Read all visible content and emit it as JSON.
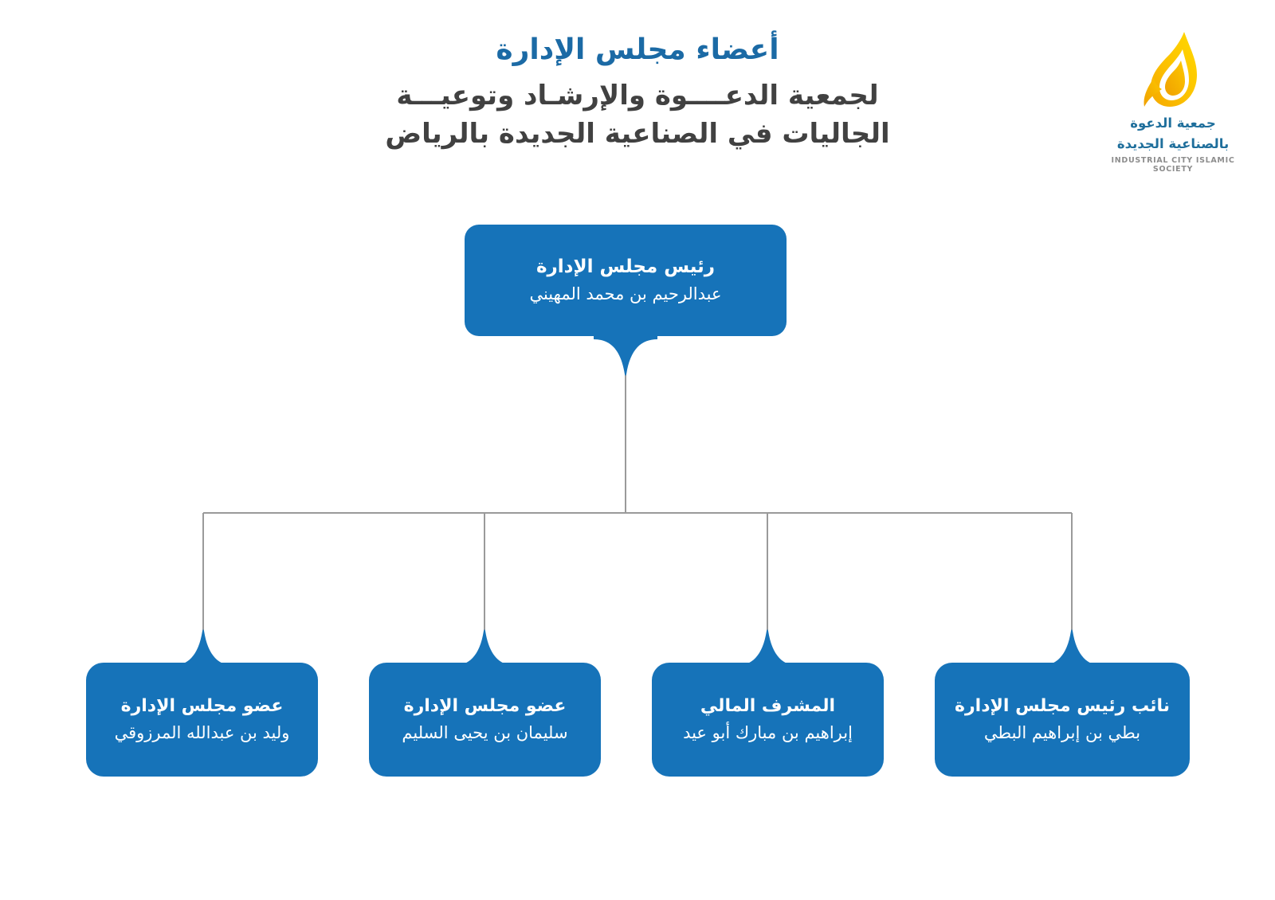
{
  "page": {
    "background": "#ffffff",
    "accent_blue": "#1673b9",
    "title_blue": "#1b6aa5",
    "subtitle_gray": "#414141",
    "connector_gray": "#9a9a9a",
    "logo_gold": "#f6b300",
    "logo_yellow": "#ffd400",
    "logo_teal": "#1f6f9c",
    "logo_en_gray": "#8d8d8d"
  },
  "header": {
    "title": "أعضاء مجلس الإدارة",
    "subtitle_lines": [
      "لجمعية الدعــــوة والإرشـاد وتوعيـــة",
      "الجاليات في الصناعية الجديدة بالرياض"
    ]
  },
  "logo": {
    "icon": "flame-icon",
    "arabic_line_1": "جمعية الدعوة",
    "arabic_line_2": "بالصناعية الجديدة",
    "english": "INDUSTRIAL CITY  ISLAMIC SOCIETY"
  },
  "chart_data": {
    "type": "diagram",
    "diagram_type": "organization-chart",
    "orientation": "top-down",
    "direction": "rtl",
    "title": "أعضاء مجلس الإدارة",
    "root": {
      "id": "chairman",
      "role": "رئيس مجلس الإدارة",
      "person": "عبدالرحيم بن محمد المهيني"
    },
    "children": [
      {
        "id": "member-almarzouqi",
        "role": "عضو مجلس الإدارة",
        "person": "وليد بن عبدالله المرزوقي"
      },
      {
        "id": "member-alsulaim",
        "role": "عضو مجلس الإدارة",
        "person": "سليمان بن يحيى السليم"
      },
      {
        "id": "financial-supervisor",
        "role": "المشرف المالي",
        "person": "إبراهيم بن مبارك أبو عيد"
      },
      {
        "id": "vice-chairman",
        "role": "نائب رئيس مجلس الإدارة",
        "person": "بطي بن إبراهيم البطي"
      }
    ],
    "edges": [
      {
        "from": "chairman",
        "to": "member-almarzouqi"
      },
      {
        "from": "chairman",
        "to": "member-alsulaim"
      },
      {
        "from": "chairman",
        "to": "financial-supervisor"
      },
      {
        "from": "chairman",
        "to": "vice-chairman"
      }
    ]
  }
}
